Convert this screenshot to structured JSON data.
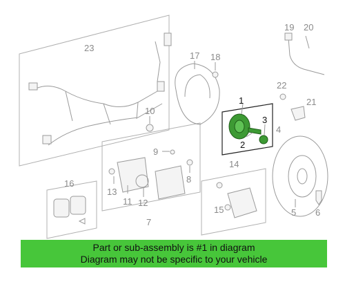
{
  "diagram": {
    "callouts": {
      "c1": "1",
      "c2": "2",
      "c3": "3",
      "c4": "4",
      "c5": "5",
      "c6": "6",
      "c7": "7",
      "c8": "8",
      "c9": "9",
      "c10": "10",
      "c11": "11",
      "c12": "12",
      "c13": "13",
      "c14": "14",
      "c15": "15",
      "c16": "16",
      "c17": "17",
      "c18": "18",
      "c19": "19",
      "c20": "20",
      "c21": "21",
      "c22": "22",
      "c23": "23"
    },
    "highlight_color": "#3d9a34",
    "active_box_color": "#222222"
  },
  "banner": {
    "line1": "Part or sub-assembly is #1 in diagram",
    "line2": "Diagram may not be specific to your vehicle",
    "background": "#47c63a"
  }
}
